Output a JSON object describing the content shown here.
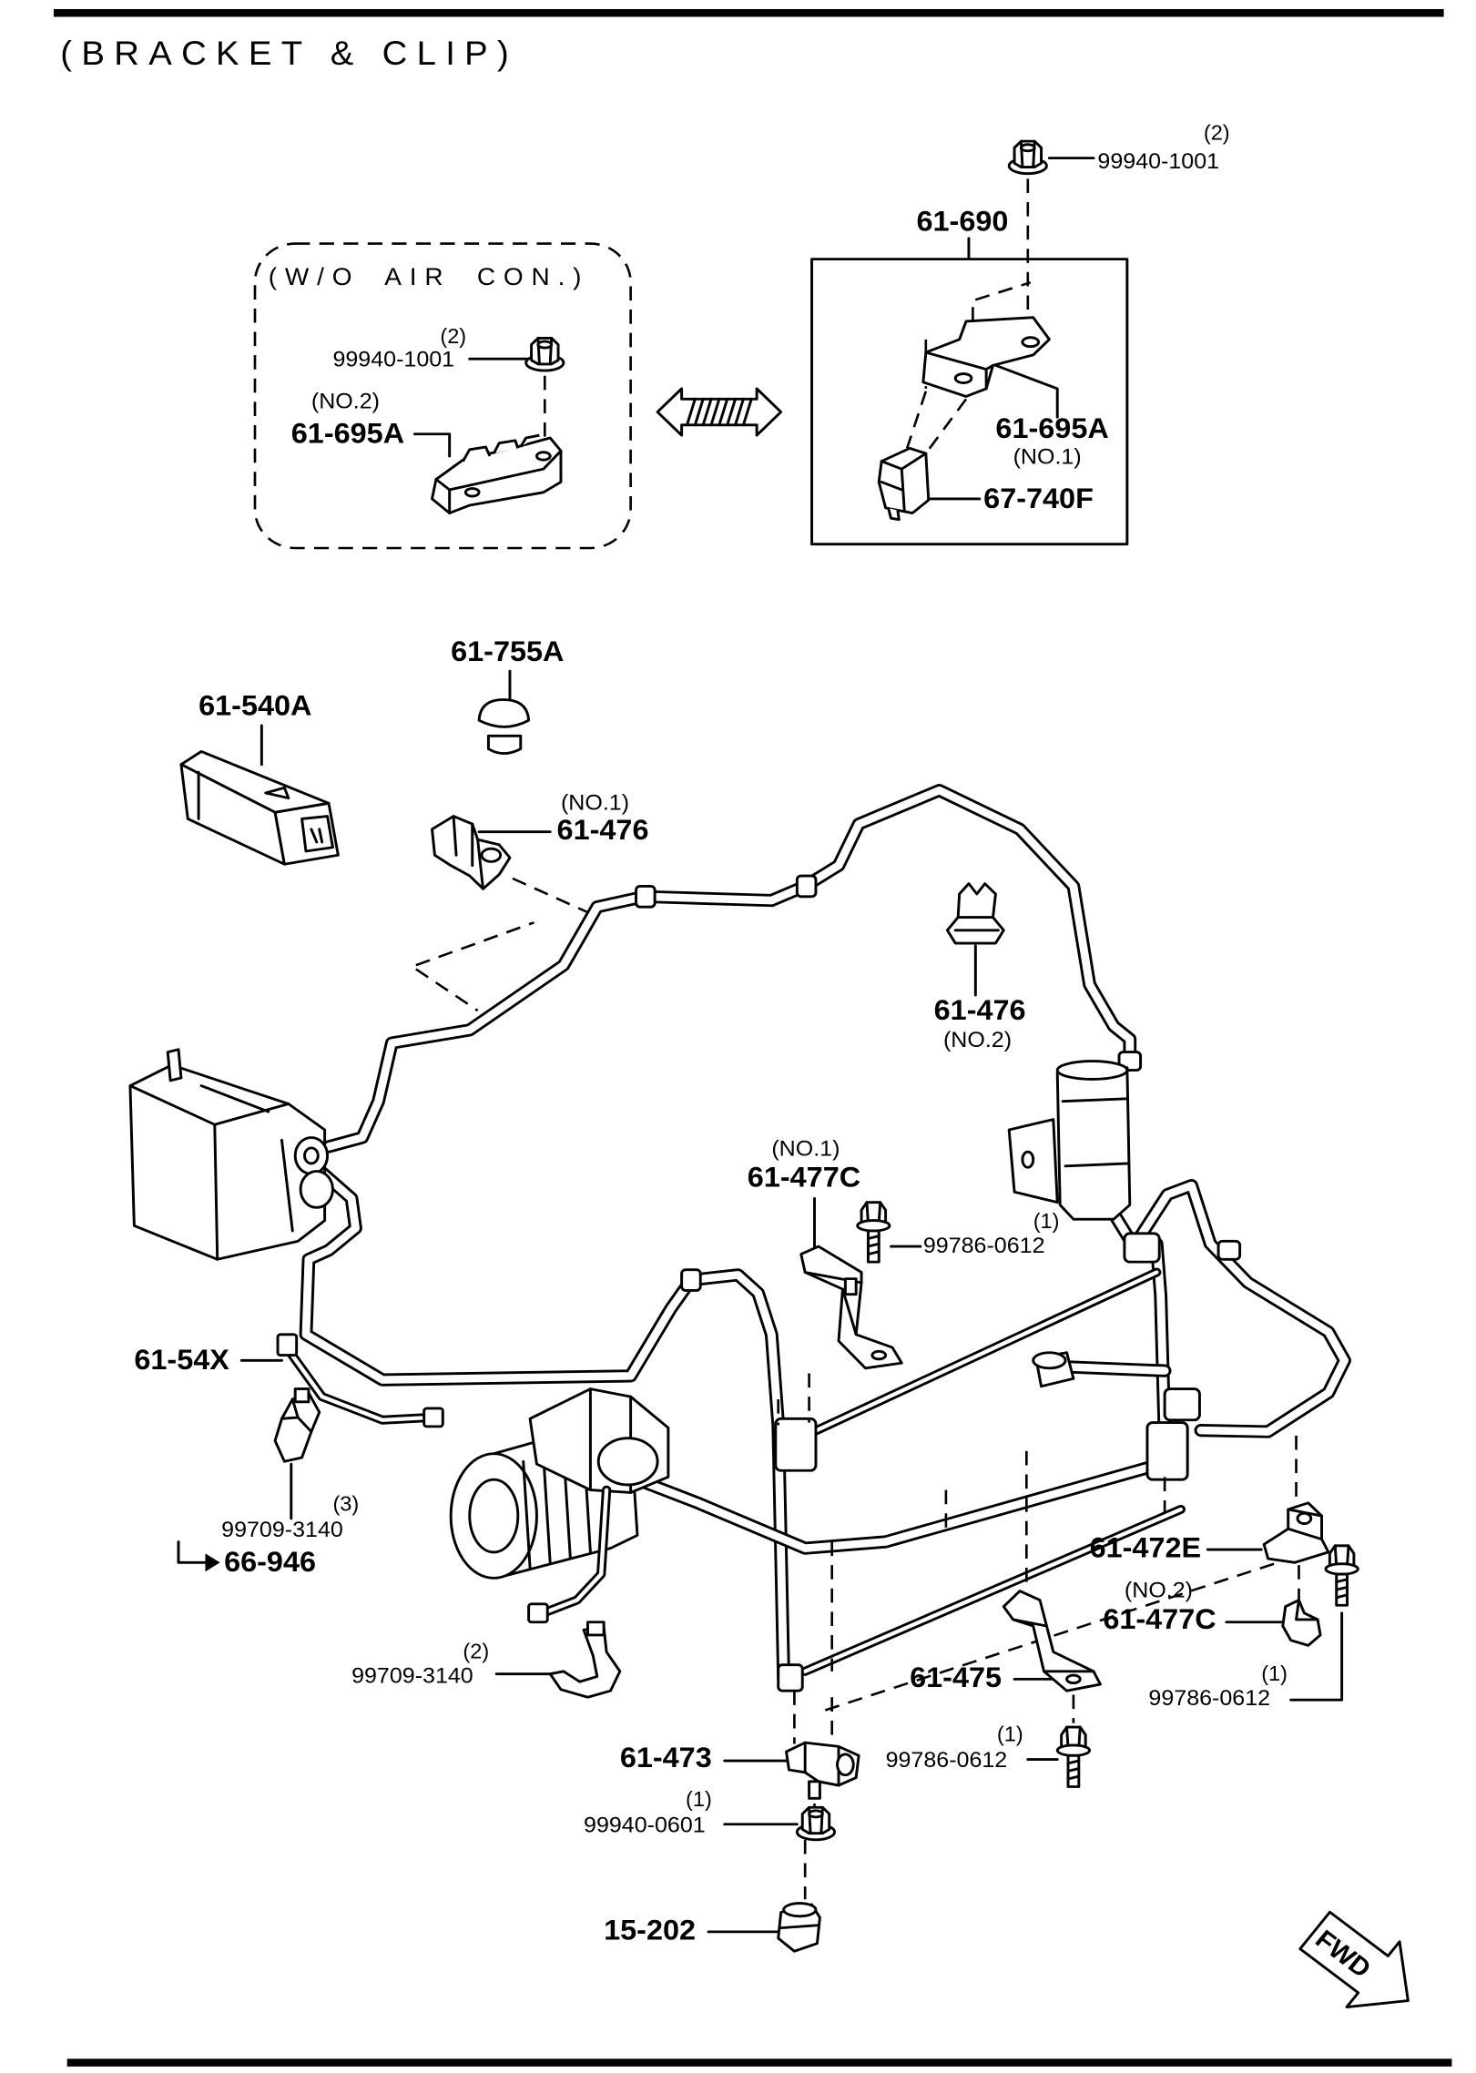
{
  "title": "(BRACKET & CLIP)",
  "variant_note": "(W/O AIR CON.)",
  "callouts": {
    "nut_top": {
      "qty": "(2)",
      "part": "99940-1001"
    },
    "bracket_assy": {
      "part": "61-690"
    },
    "nut_variant": {
      "qty": "(2)",
      "part": "99940-1001"
    },
    "bracket_no2": {
      "note": "(NO.2)",
      "part": "61-695A"
    },
    "bracket_no1": {
      "part": "61-695A",
      "note": "(NO.1)"
    },
    "relay": {
      "part": "67-740F"
    },
    "plug": {
      "part": "61-755A"
    },
    "switch": {
      "part": "61-540A"
    },
    "clip_476_no1": {
      "note": "(NO.1)",
      "part": "61-476"
    },
    "clip_476_no2": {
      "part": "61-476",
      "note": "(NO.2)"
    },
    "bracket_477c_no1": {
      "note": "(NO.1)",
      "part": "61-477C"
    },
    "bolt_upper": {
      "qty": "(1)",
      "part": "99786-0612"
    },
    "harness": {
      "part": "61-54X"
    },
    "clip_3140_3": {
      "qty": "(3)",
      "part": "99709-3140",
      "ref": "66-946"
    },
    "clip_3140_2": {
      "qty": "(2)",
      "part": "99709-3140"
    },
    "bracket_472e": {
      "part": "61-472E"
    },
    "clip_477c_no2": {
      "note": "(NO.2)",
      "part": "61-477C"
    },
    "bolt_right": {
      "qty": "(1)",
      "part": "99786-0612"
    },
    "bracket_475": {
      "part": "61-475"
    },
    "bolt_middle": {
      "qty": "(1)",
      "part": "99786-0612"
    },
    "bracket_473": {
      "part": "61-473"
    },
    "nut_bottom": {
      "qty": "(1)",
      "part": "99940-0601"
    },
    "grommet": {
      "part": "15-202"
    }
  },
  "fwd_label": "FWD",
  "colors": {
    "ink": "#000000",
    "paper": "#ffffff"
  }
}
